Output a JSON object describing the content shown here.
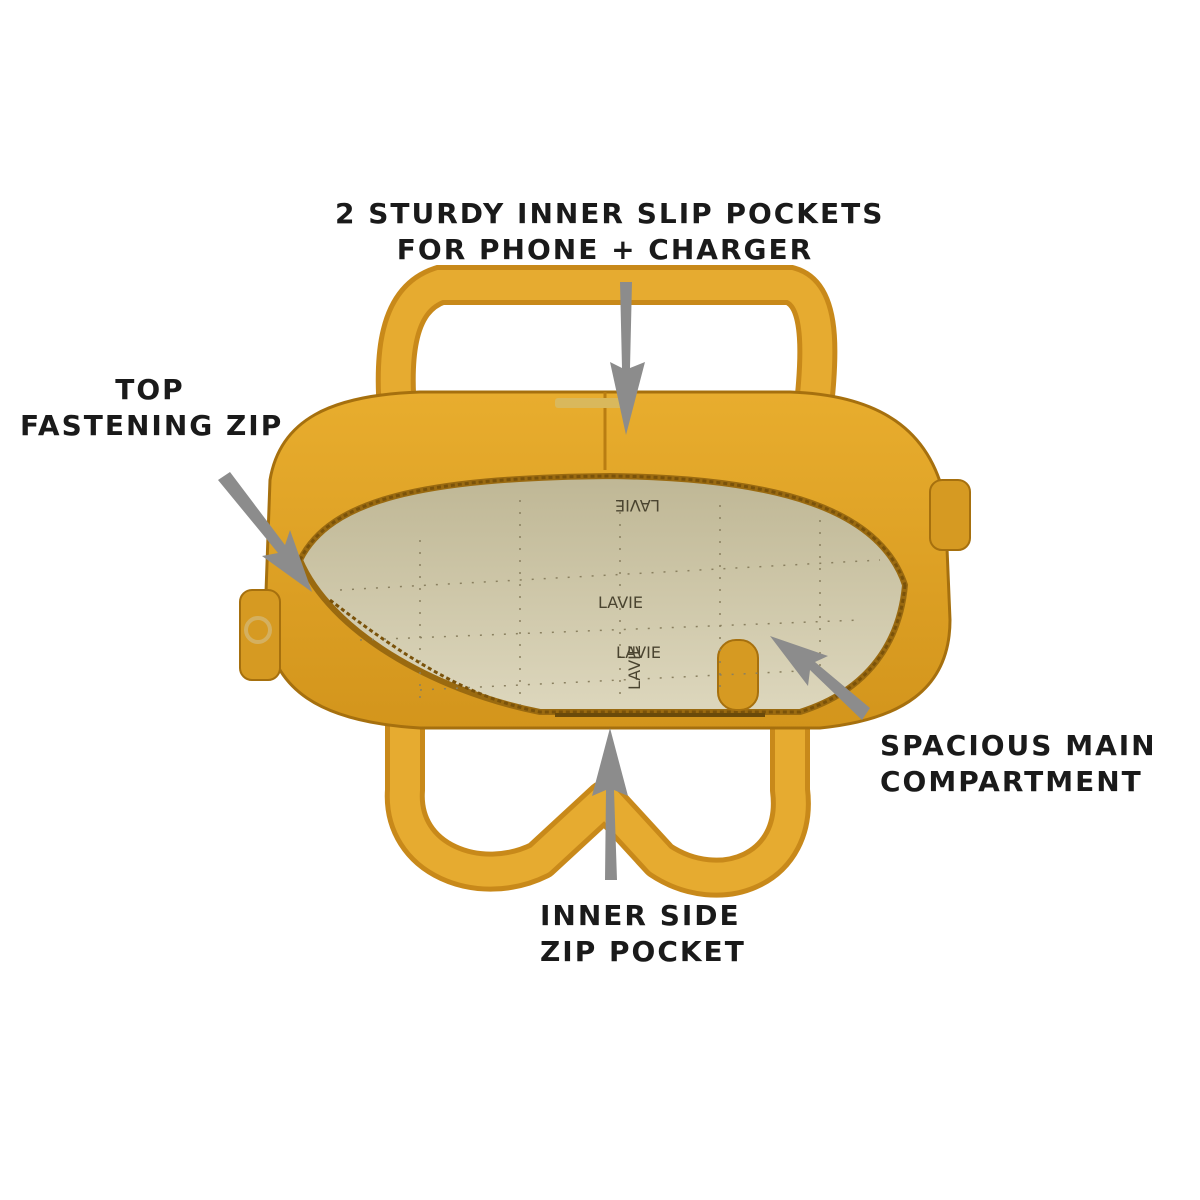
{
  "annotations": {
    "pockets": {
      "line1": "2 STURDY INNER SLIP POCKETS",
      "line2": "FOR PHONE + CHARGER"
    },
    "zip": {
      "line1": "TOP",
      "line2": "FASTENING ZIP"
    },
    "main": {
      "line1": "SPACIOUS MAIN",
      "line2": "COMPARTMENT"
    },
    "inner": {
      "line1": "INNER SIDE",
      "line2": "ZIP POCKET"
    }
  },
  "lining_text": "LAVIE",
  "colors": {
    "leather": "#e0a224",
    "leather_dark": "#b87c10",
    "lining": "#cfc8a8",
    "arrow": "#8a8a8a",
    "text": "#1a1a1a"
  }
}
